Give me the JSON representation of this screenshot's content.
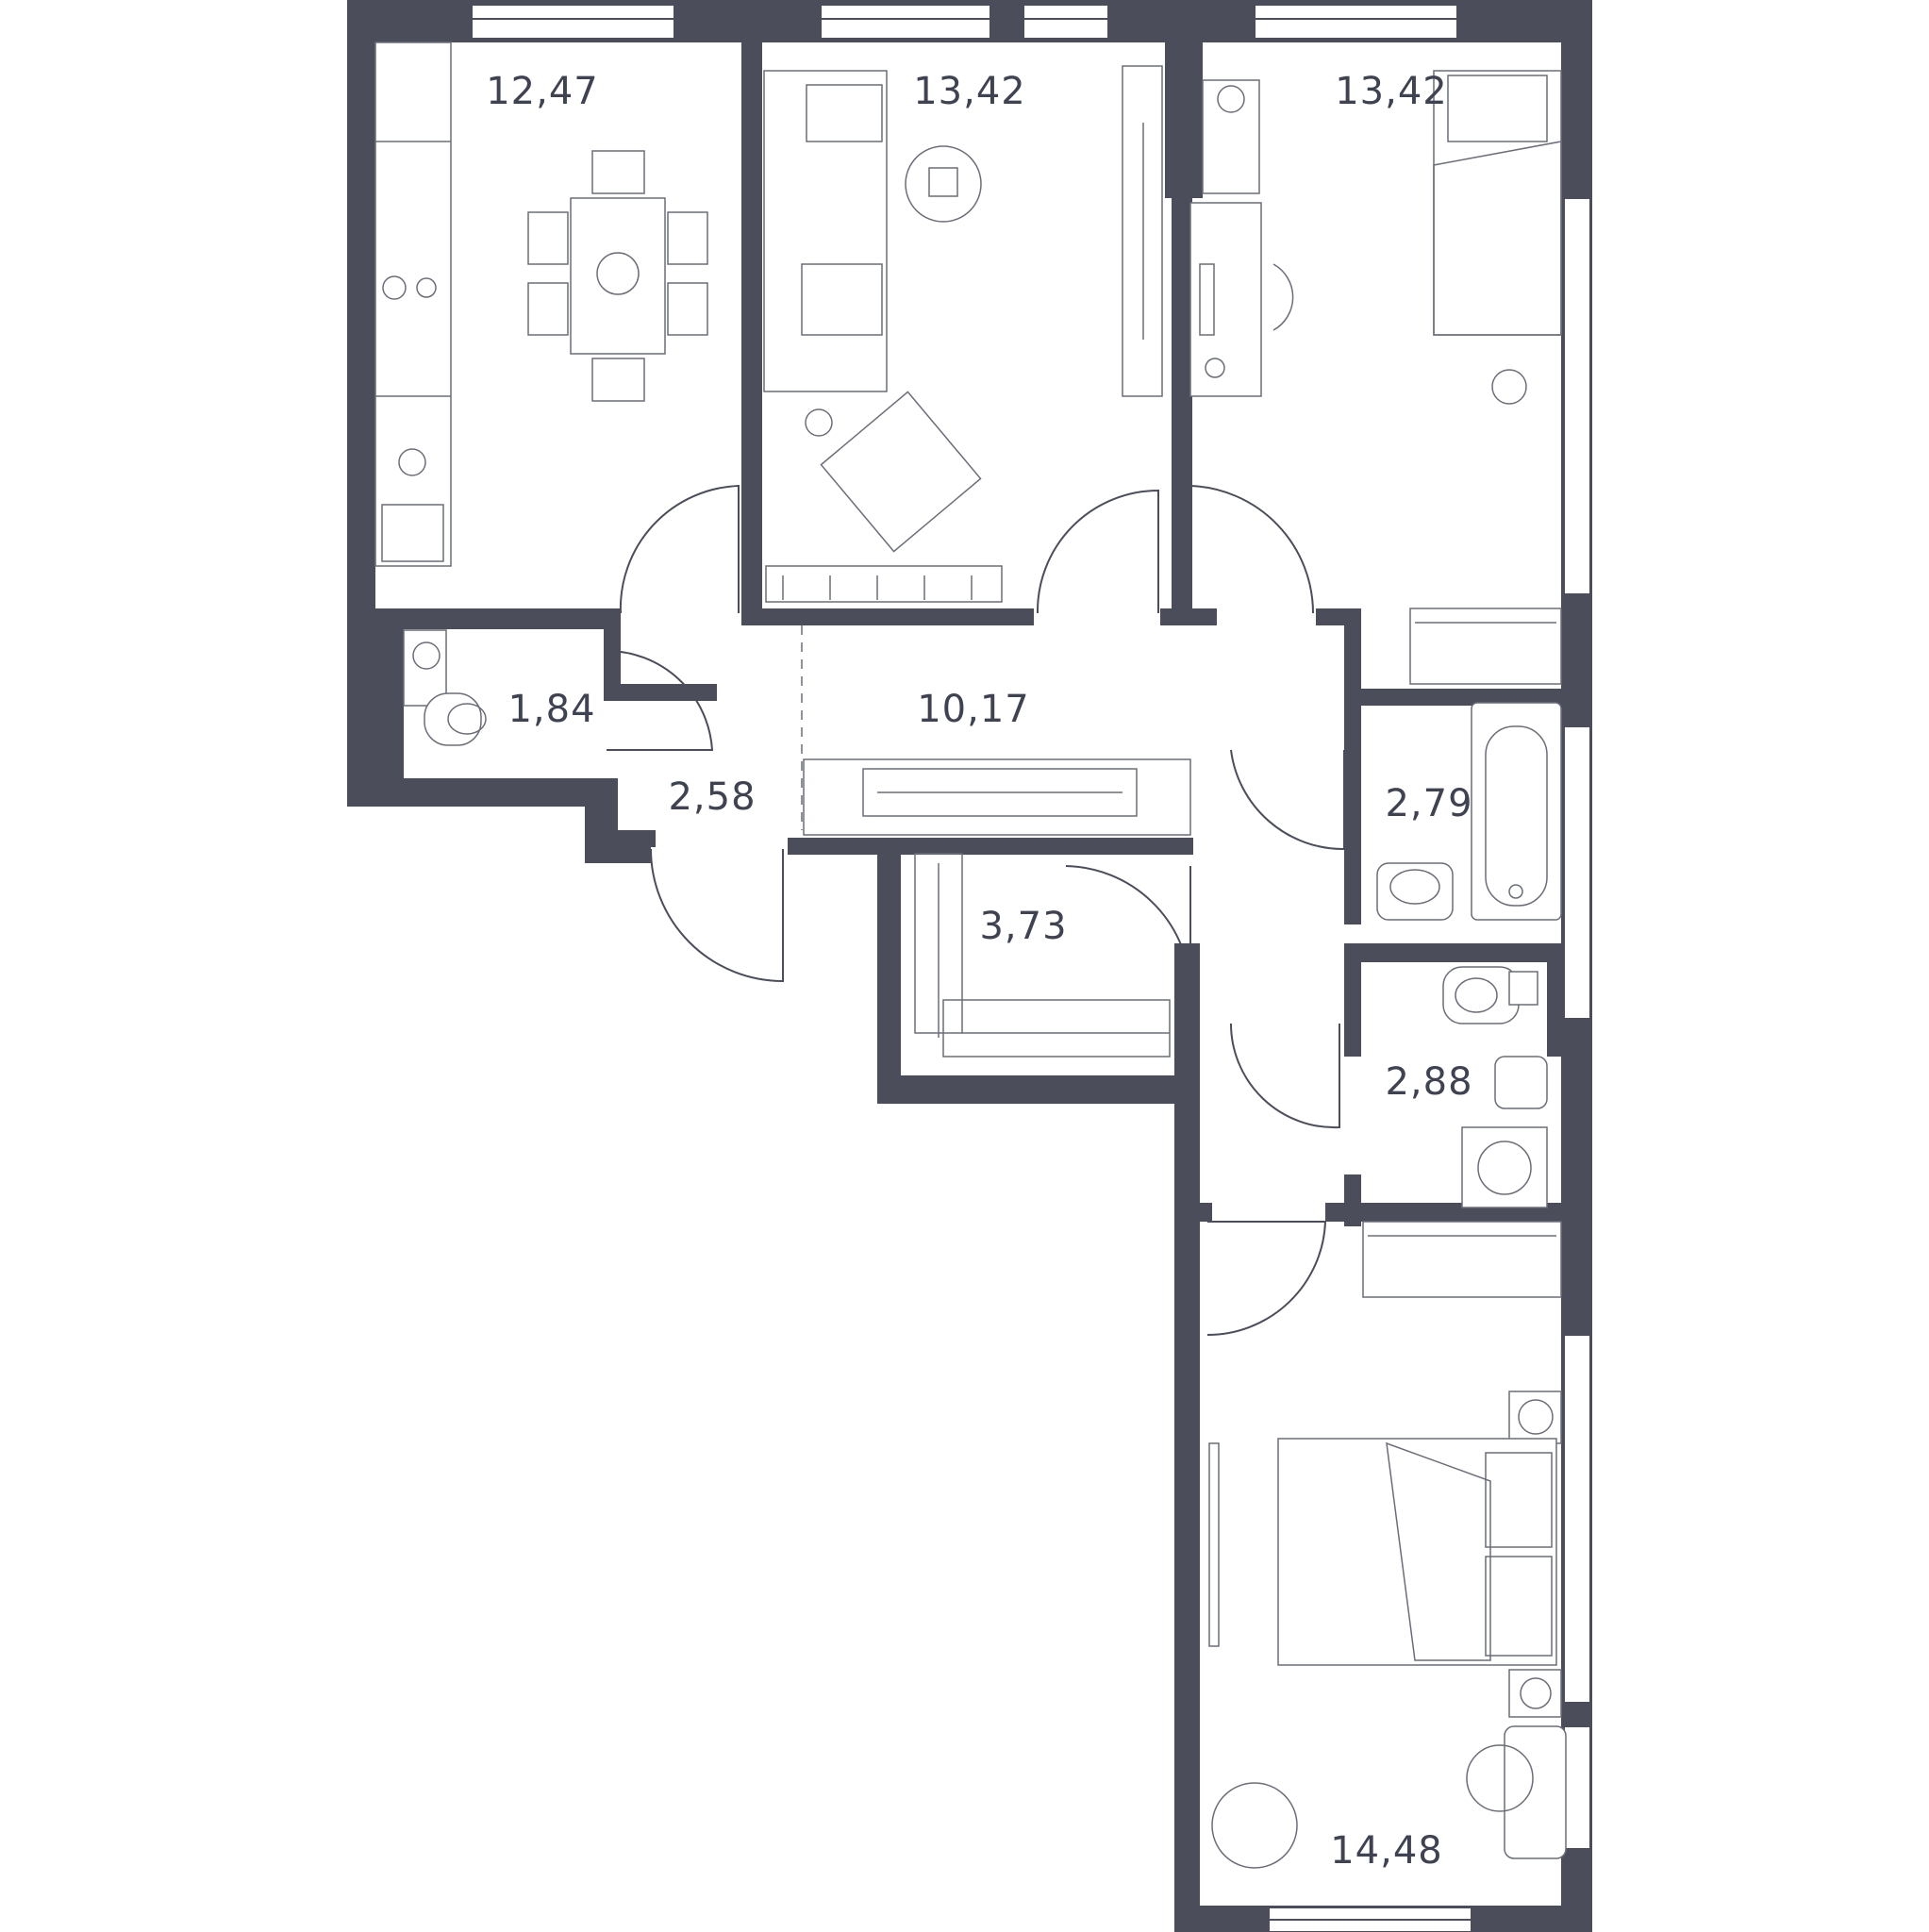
{
  "colors": {
    "wall": "#4b4e5a",
    "background": "#ffffff",
    "text": "#3f4250"
  },
  "rooms": [
    {
      "id": "kitchen",
      "area": "12,47"
    },
    {
      "id": "living",
      "area": "13,42"
    },
    {
      "id": "bedroom-small",
      "area": "13,42"
    },
    {
      "id": "toilet",
      "area": "1,84"
    },
    {
      "id": "hall",
      "area": "10,17"
    },
    {
      "id": "entry",
      "area": "2,58"
    },
    {
      "id": "bath",
      "area": "2,79"
    },
    {
      "id": "closet",
      "area": "3,73"
    },
    {
      "id": "laundry",
      "area": "2,88"
    },
    {
      "id": "bedroom-master",
      "area": "14,48"
    }
  ]
}
